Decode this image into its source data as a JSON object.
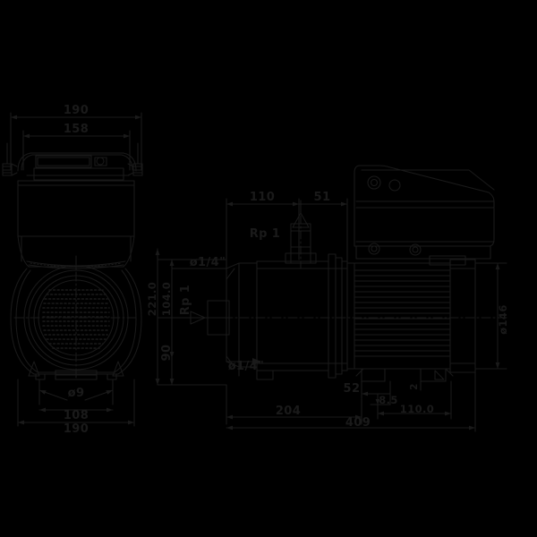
{
  "drawing": {
    "title": "Pump dimensional drawing",
    "background_color": "#000000",
    "line_color": "#1a1a1a",
    "views": [
      {
        "name": "front-view",
        "label": ""
      },
      {
        "name": "side-view",
        "label": ""
      }
    ]
  },
  "front_view": {
    "dimensions": {
      "overall_width_top": "190",
      "inner_width_top": "158",
      "hole_diameter": "ø9",
      "foot_bolt_spacing": "108",
      "base_width": "190"
    }
  },
  "side_view": {
    "dimensions": {
      "top_left_length": "110",
      "top_right_length": "51",
      "discharge_thread": "Rp 1",
      "suction_thread_upper": "ø1/4\"",
      "suction_thread_side": "Rp 1",
      "suction_thread_lower": "ø1/4\"",
      "total_height": "221.0",
      "mid_height": "104.0",
      "shaft_height": "90",
      "motor_diameter": "ø146",
      "foot_offset": "52",
      "foot_hole": "8.5",
      "foot_length": "110.0",
      "foot_width": "2",
      "body_length": "204",
      "overall_length": "409"
    }
  },
  "chart_data": {
    "type": "table",
    "title": "Pump dimensional drawing",
    "categories": [
      "190",
      "158",
      "ø9",
      "108",
      "190",
      "110",
      "51",
      "Rp 1",
      "ø1/4\"",
      "221.0",
      "104.0",
      "90",
      "ø146",
      "52",
      "8.5",
      "110.0",
      "2",
      "204",
      "409"
    ],
    "values": [
      190,
      158,
      9,
      108,
      190,
      110,
      51,
      1,
      0.25,
      221.0,
      104.0,
      90,
      146,
      52,
      8.5,
      110.0,
      2,
      204,
      409
    ]
  }
}
